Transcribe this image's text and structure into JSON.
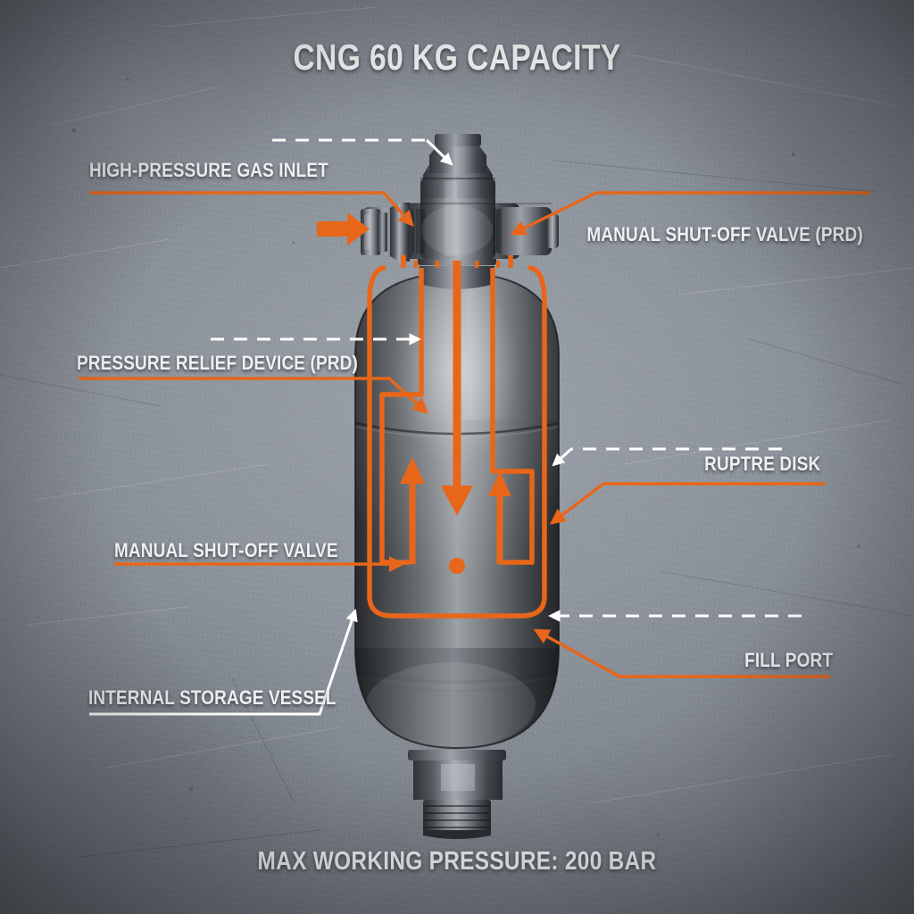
{
  "title": "CNG 60 KG CAPACITY",
  "caption": "MAX WORKING PRESSURE: 200 BAR",
  "colors": {
    "accent_orange": "#E8661A",
    "label_white": "#EEF0F2",
    "background_gray": "#8D939B",
    "vessel_dark": "#3A3C3E"
  },
  "labels": {
    "gas_inlet": "HIGH-PRESSURE GAS INLET",
    "manual_shutoff_prd": "MANUAL SHUT-OFF VALVE (PRD)",
    "pressure_relief_device": "PRESSURE RELIEF DEVICE (PRD)",
    "rupture_disk": "RUPTRE DISK",
    "manual_shutoff": "MANUAL SHUT-OFF VALVE",
    "internal_storage_vessel": "INTERNAL STORAGE VESSEL",
    "fill_port": "FILL PORT"
  },
  "diagram": {
    "subject": "CNG high-pressure storage cylinder cutaway",
    "components": [
      "top hex nut",
      "cross manifold valve body",
      "left inlet compression fitting",
      "right side port",
      "cylindrical storage vessel",
      "bottom hex nut",
      "bottom threaded fill boss"
    ],
    "flow_arrows": [
      "inlet arrow pointing right into fitting",
      "central down arrow inside vessel",
      "left internal up arrow",
      "right internal up arrow"
    ]
  }
}
